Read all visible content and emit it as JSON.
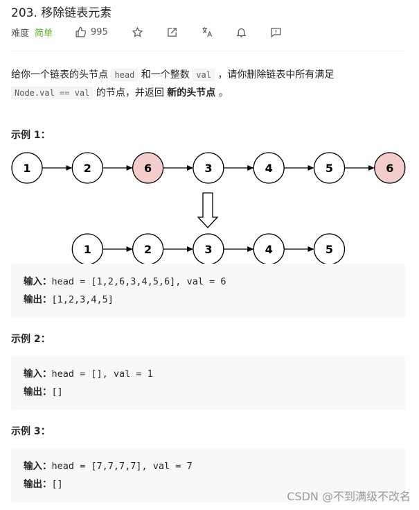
{
  "problem": {
    "title": "203. 移除链表元素",
    "difficulty_label": "难度",
    "difficulty": "简单",
    "likes": "995"
  },
  "description": {
    "p1": "给你一个链表的头节点 ",
    "code1": "head",
    "p2": " 和一个整数 ",
    "code2": "val",
    "p3": " ，请你删除链表中所有满足 ",
    "code3": "Node.val == val",
    "p4": " 的节点，并返回 ",
    "bold": "新的头节点",
    "p5": " 。"
  },
  "examples": [
    {
      "title": "示例 1：",
      "input_label": "输入",
      "input": "head = [1,2,6,3,4,5,6], val = 6",
      "output_label": "输出",
      "output": "[1,2,3,4,5]"
    },
    {
      "title": "示例 2：",
      "input_label": "输入",
      "input": "head = [], val = 1",
      "output_label": "输出",
      "output": "[]"
    },
    {
      "title": "示例 3：",
      "input_label": "输入",
      "input": "head = [7,7,7,7], val = 7",
      "output_label": "输出",
      "output": "[]"
    }
  ],
  "diagram": {
    "before": [
      {
        "label": "1",
        "removed": false
      },
      {
        "label": "2",
        "removed": false
      },
      {
        "label": "6",
        "removed": true
      },
      {
        "label": "3",
        "removed": false
      },
      {
        "label": "4",
        "removed": false
      },
      {
        "label": "5",
        "removed": false
      },
      {
        "label": "6",
        "removed": true
      }
    ],
    "after": [
      "1",
      "2",
      "3",
      "4",
      "5"
    ],
    "colors": {
      "normal_fill": "#ffffff",
      "removed_fill": "#f5cccc",
      "stroke": "#000000"
    }
  },
  "watermark": "CSDN @不到满级不改名"
}
